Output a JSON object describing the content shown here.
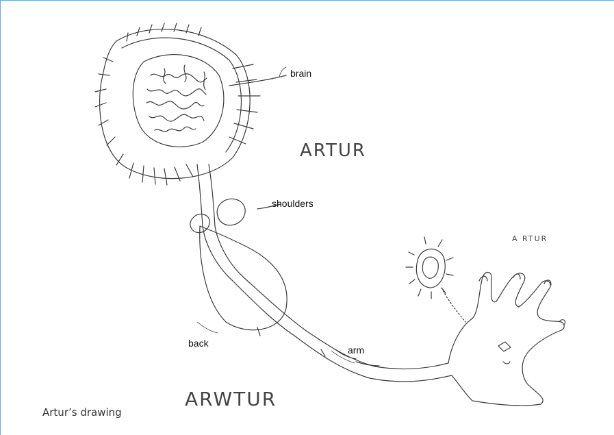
{
  "labels": {
    "brain": "brain",
    "shoulders": "shoulders",
    "back": "back",
    "arm": "arm"
  },
  "handwriting": {
    "name_center": "ARTUR",
    "name_small": "A RTUR",
    "name_bottom": "ARWTUR"
  },
  "caption": "Artur’s drawing",
  "colors": {
    "frame": "#6fa6c5",
    "ink": "#3a3a3a"
  }
}
